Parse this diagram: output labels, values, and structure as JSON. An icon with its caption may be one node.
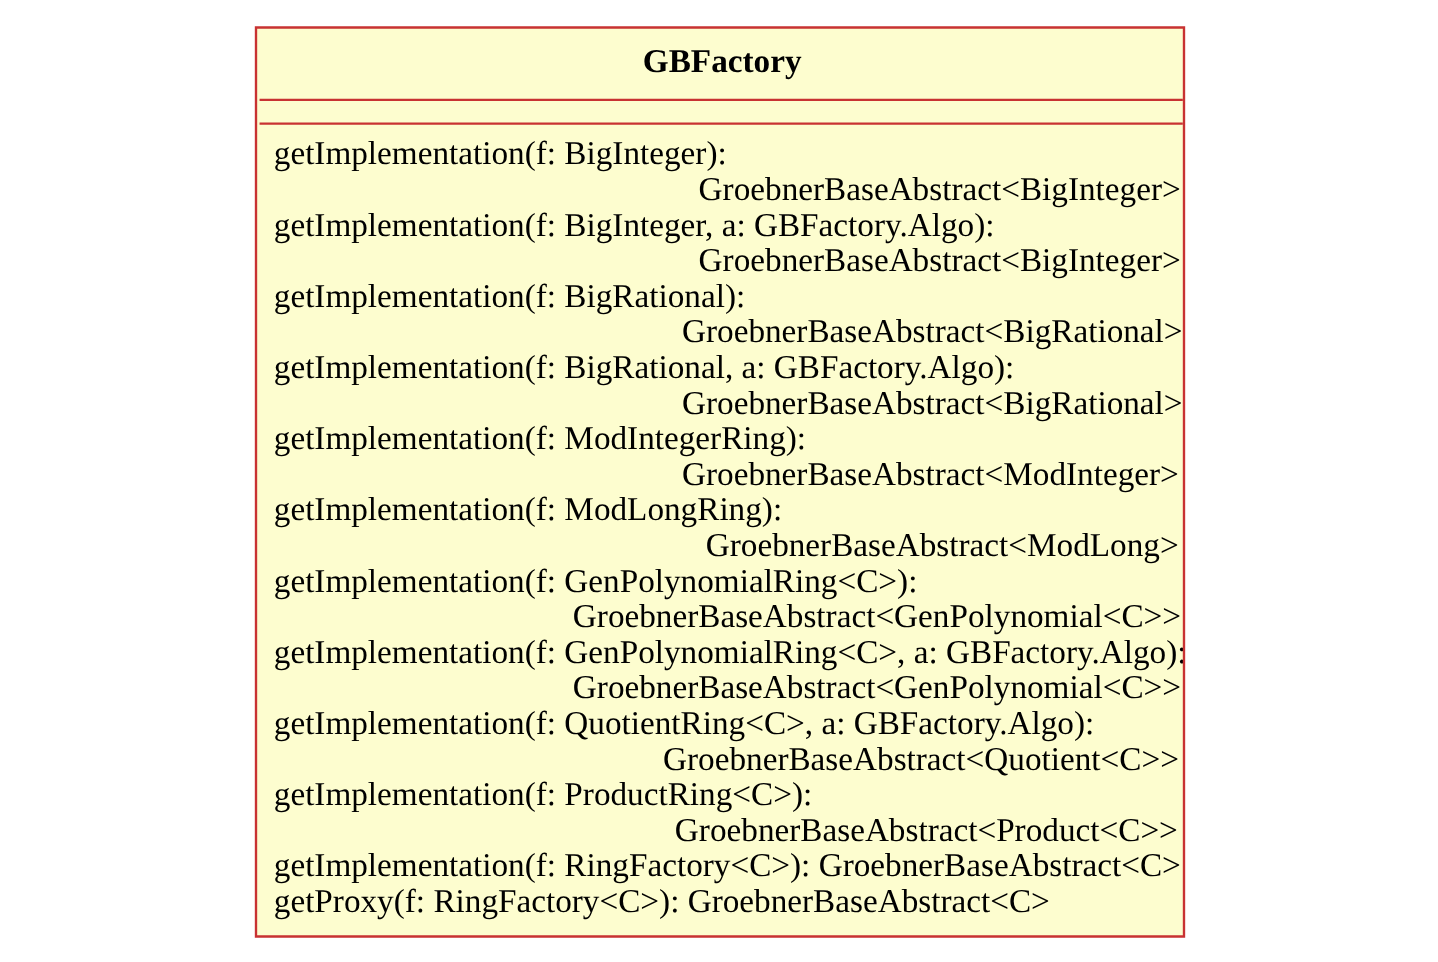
{
  "diagram": {
    "nodes": [
      {
        "text": [
          "GBFactory",
          "getImplementation(f: BigInteger): GroebnerBaseAbstract<BigInteger>",
          "getImplementation(f: BigInteger, a: GBFactory.Algo): GroebnerBaseAbstract<BigInteger>",
          "getImplementation(f: BigRational): GroebnerBaseAbstract<BigRational>",
          "getImplementation(f: BigRational, a: GBFactory.Algo): GroebnerBaseAbstract<BigRational>",
          "getImplementation(f: ModIntegerRing): GroebnerBaseAbstract<ModInteger>",
          "getImplementation(f: ModLongRing): GroebnerBaseAbstract<ModLong>",
          "getImplementation(f: GenPolynomialRing<C>): GroebnerBaseAbstract<GenPolynomial<C>>",
          "getImplementation(f: GenPolynomialRing<C>, a: GBFactory.Algo): GroebnerBaseAbstract<GenPolynomial<C>>",
          "getImplementation(f: QuotientRing<C>, a: GBFactory.Algo): GroebnerBaseAbstract<Quotient<C>>",
          "getImplementation(f: ProductRing<C>): GroebnerBaseAbstract<Product<C>>",
          "getImplementation(f: RingFactory<C>): GroebnerBaseAbstract<C>",
          "getProxy(f: RingFactory<C>): GroebnerBaseAbstract<C>"
        ]
      }
    ]
  }
}
